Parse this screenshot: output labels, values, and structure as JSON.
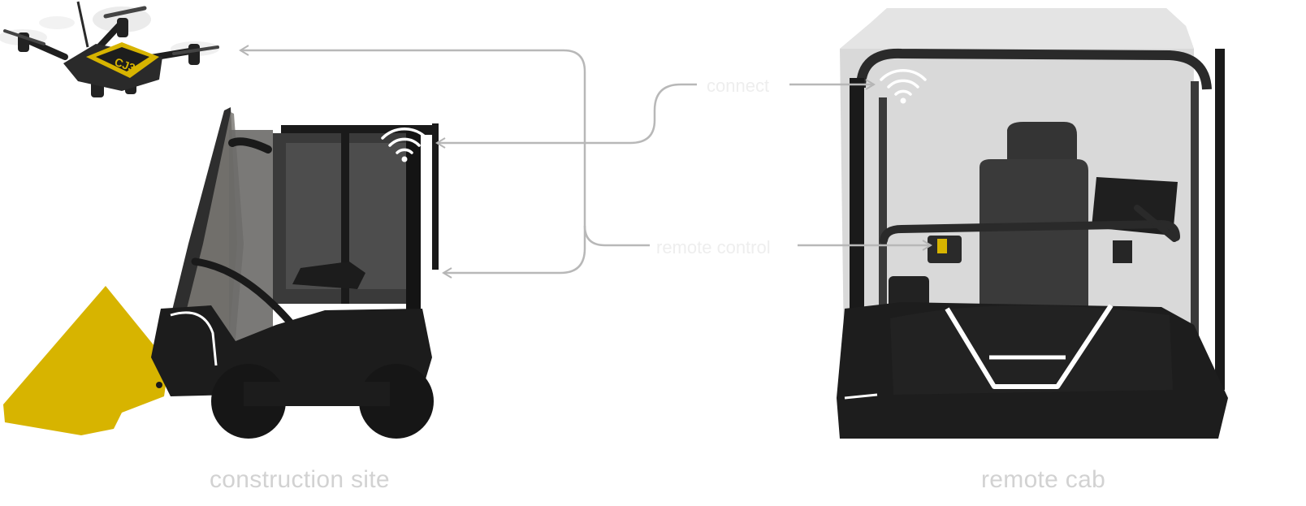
{
  "labels": {
    "connect": "connect",
    "remote_control": "remote control"
  },
  "captions": {
    "left": "construction site",
    "right": "remote cab"
  },
  "illustrations": {
    "drone": "drone-illustration",
    "loader": "compact-loader-illustration",
    "cab": "remote-cab-illustration",
    "connectivity": "wifi-icon"
  },
  "drone_decal": "CJ3",
  "colors": {
    "accent_yellow": "#d7b400",
    "machine_dark": "#1c1c1c",
    "glass_grey": "#d9d9d9",
    "connector_grey": "#b8b8b8",
    "caption_grey": "#d2d2d2"
  }
}
